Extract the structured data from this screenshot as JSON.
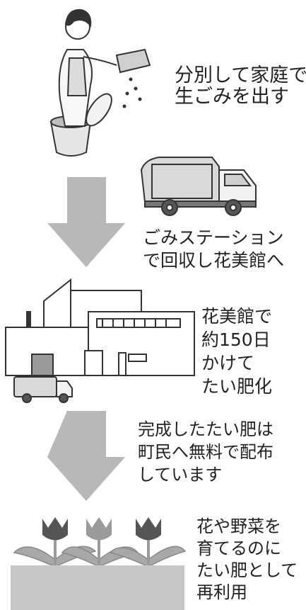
{
  "steps": [
    {
      "lines": [
        "分別して家庭で",
        "生ごみを出す"
      ]
    },
    {
      "lines": [
        "ごみステーション",
        "で回収し花美館へ"
      ]
    },
    {
      "lines": [
        "花美館で",
        "約150日",
        "かけて",
        "たい肥化"
      ]
    },
    {
      "lines": [
        "完成したたい肥は",
        "町民へ無料で配布",
        "しています"
      ]
    },
    {
      "lines": [
        "花や野菜を",
        "育てるのに",
        "たい肥として",
        "再利用"
      ]
    }
  ],
  "colors": {
    "arrow": "#b8b8b8",
    "planter": "#c8c8c8",
    "leaf": "#a9a9a9",
    "tulip_dark": "#555555",
    "tulip_light": "#9a9a9a",
    "line": "#333333"
  }
}
